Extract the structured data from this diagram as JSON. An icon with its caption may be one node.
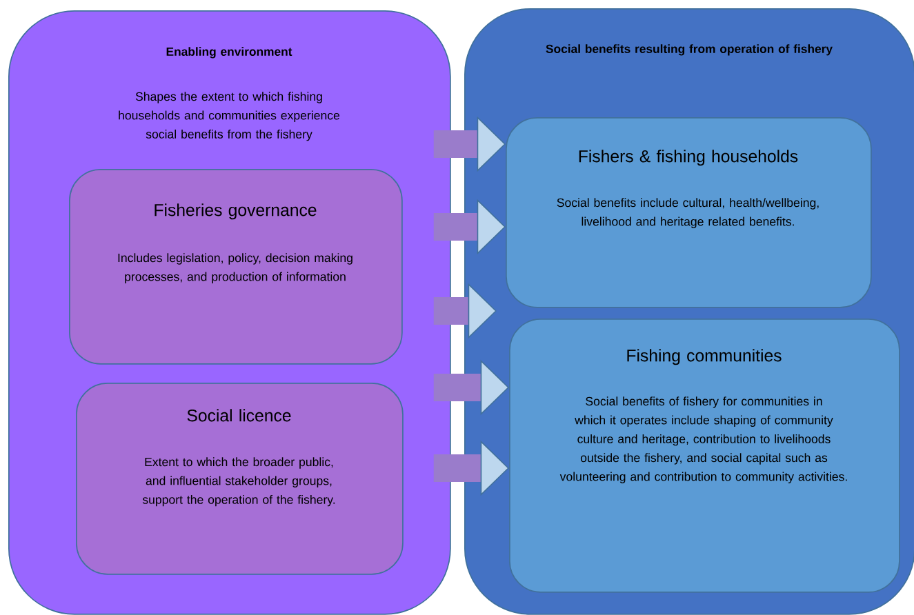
{
  "diagram": {
    "nodes": [
      {
        "text": [
          "Enabling environment",
          "Shapes the extent to which fishing households and communities experience social benefits from the fishery"
        ]
      },
      {
        "text": [
          "Fisheries governance",
          "Includes legislation, policy, decision making processes, and production of information"
        ],
        "in": 0
      },
      {
        "text": [
          "Social licence",
          "Extent to which the broader public, and influential stakeholder groups, support the operation of the fishery."
        ],
        "in": 0
      },
      {
        "text": [
          "Social benefits resulting from operation of fishery"
        ]
      },
      {
        "text": [
          "Fishers & fishing households",
          "Social benefits include cultural, health/wellbeing, livelihood and heritage related benefits."
        ],
        "in": 3
      },
      {
        "text": [
          "Fishing communities",
          "Social benefits of fishery for communities in which it operates include shaping of community culture and heritage, contribution to livelihoods outside the fishery, and social capital such as volunteering and contribution to community activities."
        ],
        "in": 3
      }
    ],
    "edges": [
      {
        "from": 0,
        "to": 4,
        "arrow": "to"
      },
      {
        "from": 0,
        "to": 4,
        "arrow": "to"
      },
      {
        "from": 0,
        "to": 3,
        "arrow": "to"
      },
      {
        "from": 0,
        "to": 5,
        "arrow": "to"
      },
      {
        "from": 0,
        "to": 5,
        "arrow": "to"
      }
    ]
  }
}
